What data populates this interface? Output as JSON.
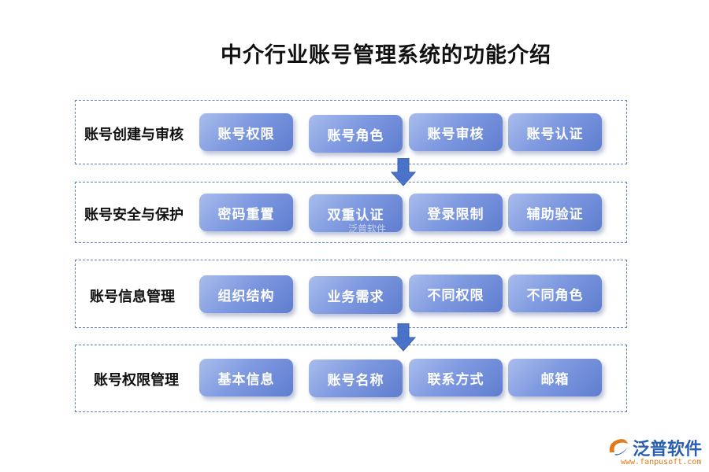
{
  "title": "中介行业账号管理系统的功能介绍",
  "sections": [
    {
      "label": "账号创建与审核",
      "items": [
        "账号权限",
        "账号角色",
        "账号审核",
        "账号认证"
      ]
    },
    {
      "label": "账号安全与保护",
      "items": [
        "密码重置",
        "双重认证",
        "登录限制",
        "辅助验证"
      ]
    },
    {
      "label": "账号信息管理",
      "items": [
        "组织结构",
        "业务需求",
        "不同权限",
        "不同角色"
      ]
    },
    {
      "label": "账号权限管理",
      "items": [
        "基本信息",
        "账号名称",
        "联系方式",
        "邮箱"
      ]
    }
  ],
  "logo": {
    "name": "泛普软件",
    "url": "www.fanpusoft.com"
  },
  "watermark": "泛普软件",
  "colors": {
    "button_start": "#a9bcec",
    "button_end": "#5f7dd0",
    "arrow": "#4a72c8",
    "border": "#5a7fbf"
  }
}
